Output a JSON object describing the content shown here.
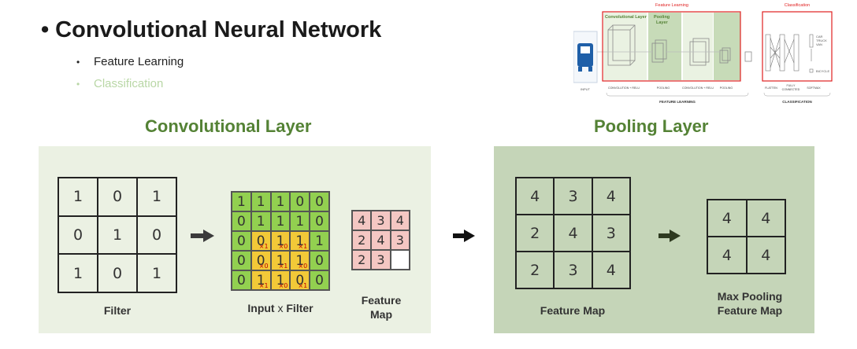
{
  "header": {
    "title": "Convolutional Neural Network",
    "bullets": [
      "Feature Learning",
      "Classification"
    ]
  },
  "sections": {
    "conv_title": "Convolutional Layer",
    "pool_title": "Pooling Layer"
  },
  "filter": {
    "label": "Filter",
    "cells": [
      "1",
      "0",
      "1",
      "0",
      "1",
      "0",
      "1",
      "0",
      "1"
    ]
  },
  "input": {
    "label_a": "Input",
    "label_x": "x",
    "label_b": "Filter",
    "cells": [
      "1",
      "1",
      "1",
      "0",
      "0",
      "0",
      "1",
      "1",
      "1",
      "0",
      "0",
      "0",
      "1",
      "1",
      "1",
      "0",
      "0",
      "1",
      "1",
      "0",
      "0",
      "1",
      "1",
      "0",
      "0"
    ],
    "weights": [
      "×1",
      "×0",
      "×1",
      "×0",
      "×1",
      "×0",
      "×1",
      "×0",
      "×1"
    ]
  },
  "feature_map": {
    "label_1": "Feature",
    "label_2": "Map",
    "cells": [
      "4",
      "3",
      "4",
      "2",
      "4",
      "3",
      "2",
      "3",
      ""
    ]
  },
  "pool_map": {
    "label": "Feature Map",
    "cells": [
      "4",
      "3",
      "4",
      "2",
      "4",
      "3",
      "2",
      "3",
      "4"
    ]
  },
  "max_pool": {
    "label_1": "Max Pooling",
    "label_2": "Feature Map",
    "cells": [
      "4",
      "4",
      "4",
      "4"
    ]
  },
  "cnn_thumbnail": {
    "feature_learning_top": "Feature Learning",
    "classification_top": "Classification",
    "conv_label": "Convolutional Layer",
    "pool_label_1": "Pooling",
    "pool_label_2": "Layer",
    "input": "INPUT",
    "bottom_labels": [
      "CONVOLUTION + RELU",
      "POOLING",
      "CONVOLUTION + RELU",
      "POOLING",
      "FLATTEN",
      "FULLY",
      "CONNECTED",
      "SOFTMAX"
    ],
    "feature_learning_bottom": "FEATURE LEARNING",
    "classification_bottom": "CLASSIFICATION",
    "outputs": [
      "CAR",
      "TRUCK",
      "VAN",
      "BICYCLE"
    ]
  },
  "colors": {
    "accent_green": "#548235",
    "panel_light": "#ebf1e3",
    "panel_dark": "#c5d5b8",
    "cell_green": "#92d050",
    "cell_yellow": "#f2c938",
    "cell_pink": "#f4c7c3",
    "highlight_red": "#e02020"
  }
}
